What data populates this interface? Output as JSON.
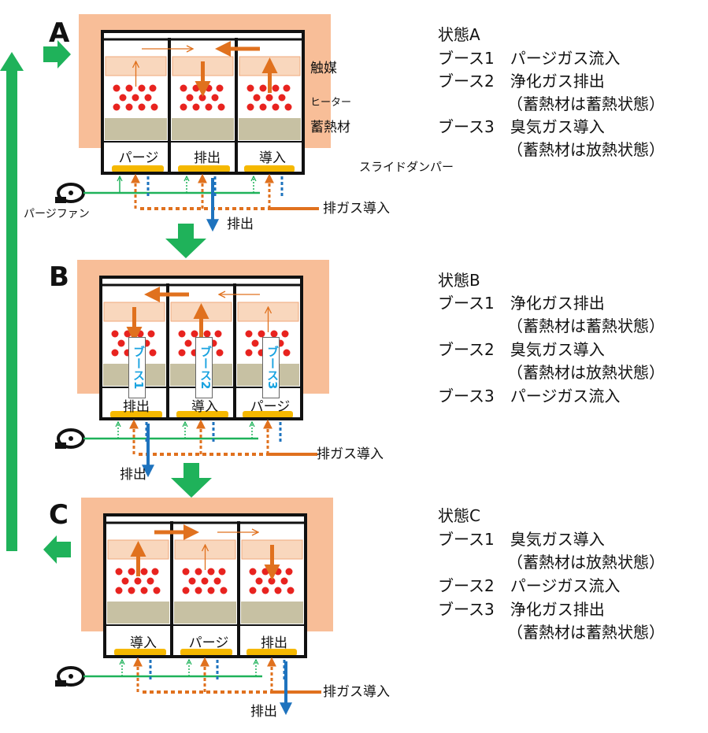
{
  "state_letters": [
    "A",
    "B",
    "C"
  ],
  "layer_labels": {
    "catalyst": "触媒",
    "heater": "ヒーター",
    "heat_storage": "蓄熱材"
  },
  "slide_damper": "スライドダンパー",
  "purge_fan": "パージファン",
  "exhaust_gas_in": "排ガス導入",
  "discharge": "排出",
  "booth_labels": [
    "ブース1",
    "ブース2",
    "ブース3"
  ],
  "booth_roles": {
    "A": [
      "パージ",
      "排出",
      "導入"
    ],
    "B": [
      "排出",
      "導入",
      "パージ"
    ],
    "C": [
      "導入",
      "パージ",
      "排出"
    ]
  },
  "colors": {
    "peach": "#f8be98",
    "catalyst_fill": "#f9d7bd",
    "heat_storage_fill": "#c7c1a3",
    "orange": "#e0711e",
    "green": "#1fb25a",
    "blue": "#1e73be",
    "yellow": "#f5b800",
    "red": "#e8231f",
    "booth_label_text": "#1aa3e0"
  },
  "states": [
    {
      "title": "状態A",
      "lines": [
        {
          "booth": "ブース1",
          "desc": "パージガス流入"
        },
        {
          "booth": "ブース2",
          "desc": "浄化ガス排出"
        },
        {
          "booth": "",
          "desc": "（蓄熱材は蓄熱状態）"
        },
        {
          "booth": "ブース3",
          "desc": "臭気ガス導入"
        },
        {
          "booth": "",
          "desc": "（蓄熱材は放熱状態）"
        }
      ]
    },
    {
      "title": "状態B",
      "lines": [
        {
          "booth": "ブース1",
          "desc": "浄化ガス排出"
        },
        {
          "booth": "",
          "desc": "（蓄熱材は蓄熱状態）"
        },
        {
          "booth": "ブース2",
          "desc": "臭気ガス導入"
        },
        {
          "booth": "",
          "desc": "（蓄熱材は放熱状態）"
        },
        {
          "booth": "ブース3",
          "desc": "パージガス流入"
        }
      ]
    },
    {
      "title": "状態C",
      "lines": [
        {
          "booth": "ブース1",
          "desc": "臭気ガス導入"
        },
        {
          "booth": "",
          "desc": "（蓄熱材は放熱状態）"
        },
        {
          "booth": "ブース2",
          "desc": "パージガス流入"
        },
        {
          "booth": "ブース3",
          "desc": "浄化ガス排出"
        },
        {
          "booth": "",
          "desc": "（蓄熱材は蓄熱状態）"
        }
      ]
    }
  ]
}
